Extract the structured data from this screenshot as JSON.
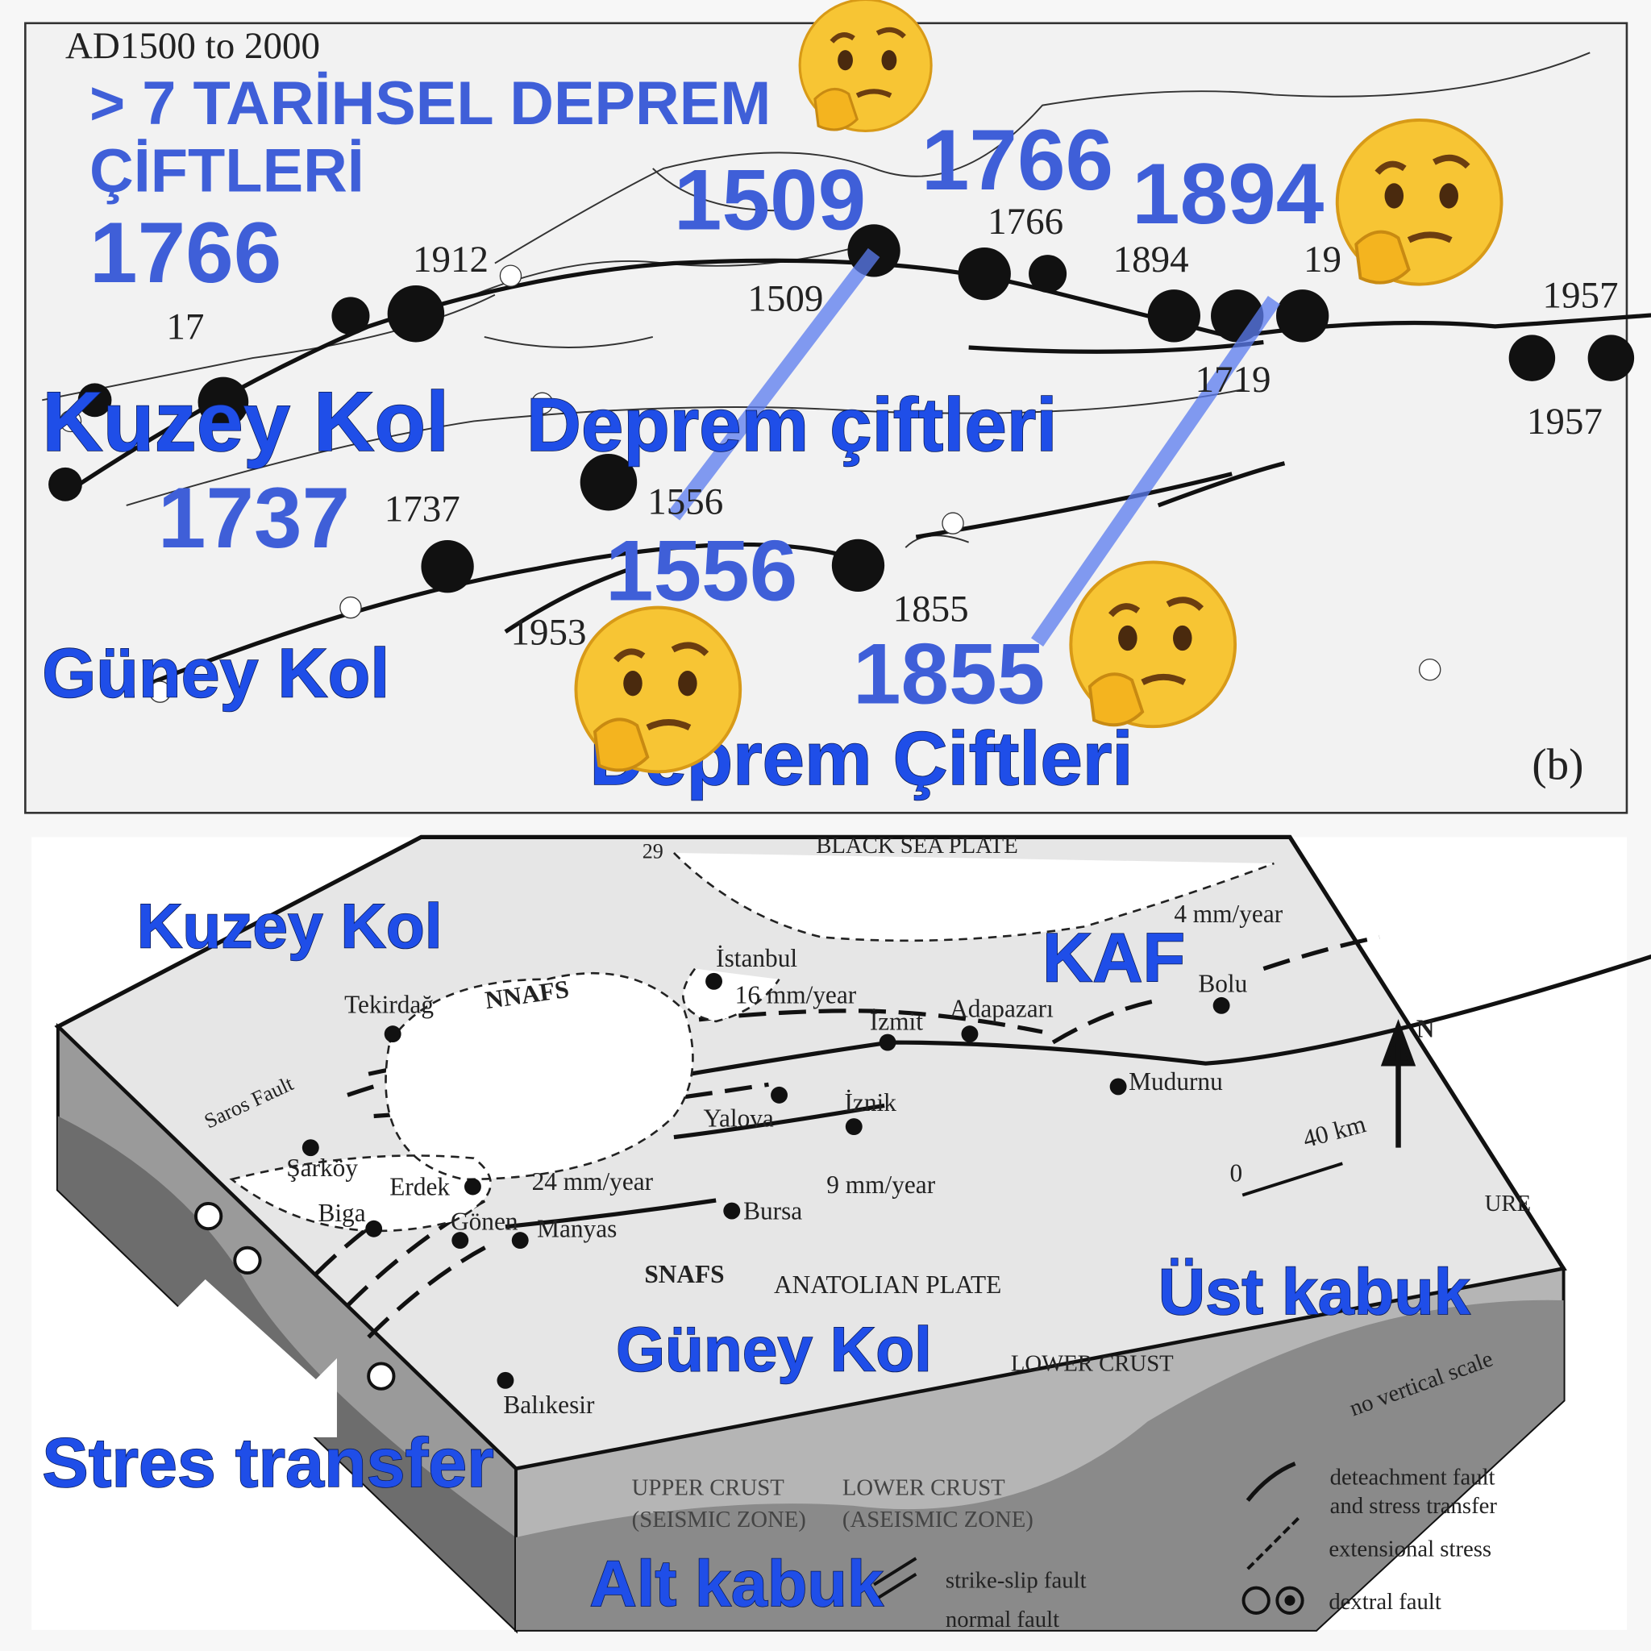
{
  "top_map": {
    "period_label": "AD1500 to 2000",
    "title_line1": "> 7 TARİHSEL DEPREM",
    "title_line2": "ÇİFTLERİ",
    "panel_label": "(b)",
    "map_years": [
      "1912",
      "17",
      "1509",
      "1766",
      "1894",
      "19",
      "1719",
      "1957",
      "1556",
      "1737",
      "1855",
      "1953",
      "1957"
    ],
    "overlay_years": [
      "1766",
      "1509",
      "1766",
      "1894",
      "1737",
      "1556",
      "1855"
    ],
    "overlay_labels": {
      "north_branch": "Kuzey Kol",
      "south_branch": "Güney Kol",
      "pairs_left": "Deprem çiftleri",
      "pairs_right": "Deprem Çiftleri"
    },
    "emoji": "thinking-face"
  },
  "block_diagram": {
    "labels": {
      "lon": "29",
      "black_sea": "BLACK SEA PLATE",
      "anatolian": "ANATOLIAN PLATE",
      "nnafs": "NNAFS",
      "snafs": "SNAFS",
      "saros": "Saros Fault",
      "lower_crust": "LOWER CRUST",
      "upper_crust_1": "UPPER CRUST",
      "upper_crust_2": "(SEISMIC ZONE)",
      "aseismic_1": "LOWER CRUST",
      "aseismic_2": "(ASEISMIC ZONE)",
      "ure": "URE",
      "no_scale": "no vertical scale",
      "north": "N",
      "scale_0": "0",
      "scale_40": "40 km"
    },
    "rates": [
      "16 mm/year",
      "24 mm/year",
      "9 mm/year",
      "4 mm/year"
    ],
    "cities": [
      "Tekirdağ",
      "İstanbul",
      "İzmit",
      "Adapazarı",
      "Bolu",
      "Mudurnu",
      "Yalova",
      "İznik",
      "Şarköy",
      "Erdek",
      "Biga",
      "Gönen",
      "Manyas",
      "Bursa",
      "Balıkesir"
    ],
    "legend": [
      "strike-slip fault",
      "normal fault",
      "deteachment fault",
      "and stress transfer",
      "extensional stress",
      "dextral fault"
    ],
    "overlay_labels": {
      "north": "Kuzey Kol",
      "kaf": "KAF",
      "south": "Güney Kol",
      "upper": "Üst kabuk",
      "lower": "Alt kabuk",
      "stress": "Stres transfer"
    }
  },
  "colors": {
    "overlay_blue": "#1f4ee8",
    "pair_line": "#5b7cf0",
    "emoji_yellow": "#f7c534"
  }
}
